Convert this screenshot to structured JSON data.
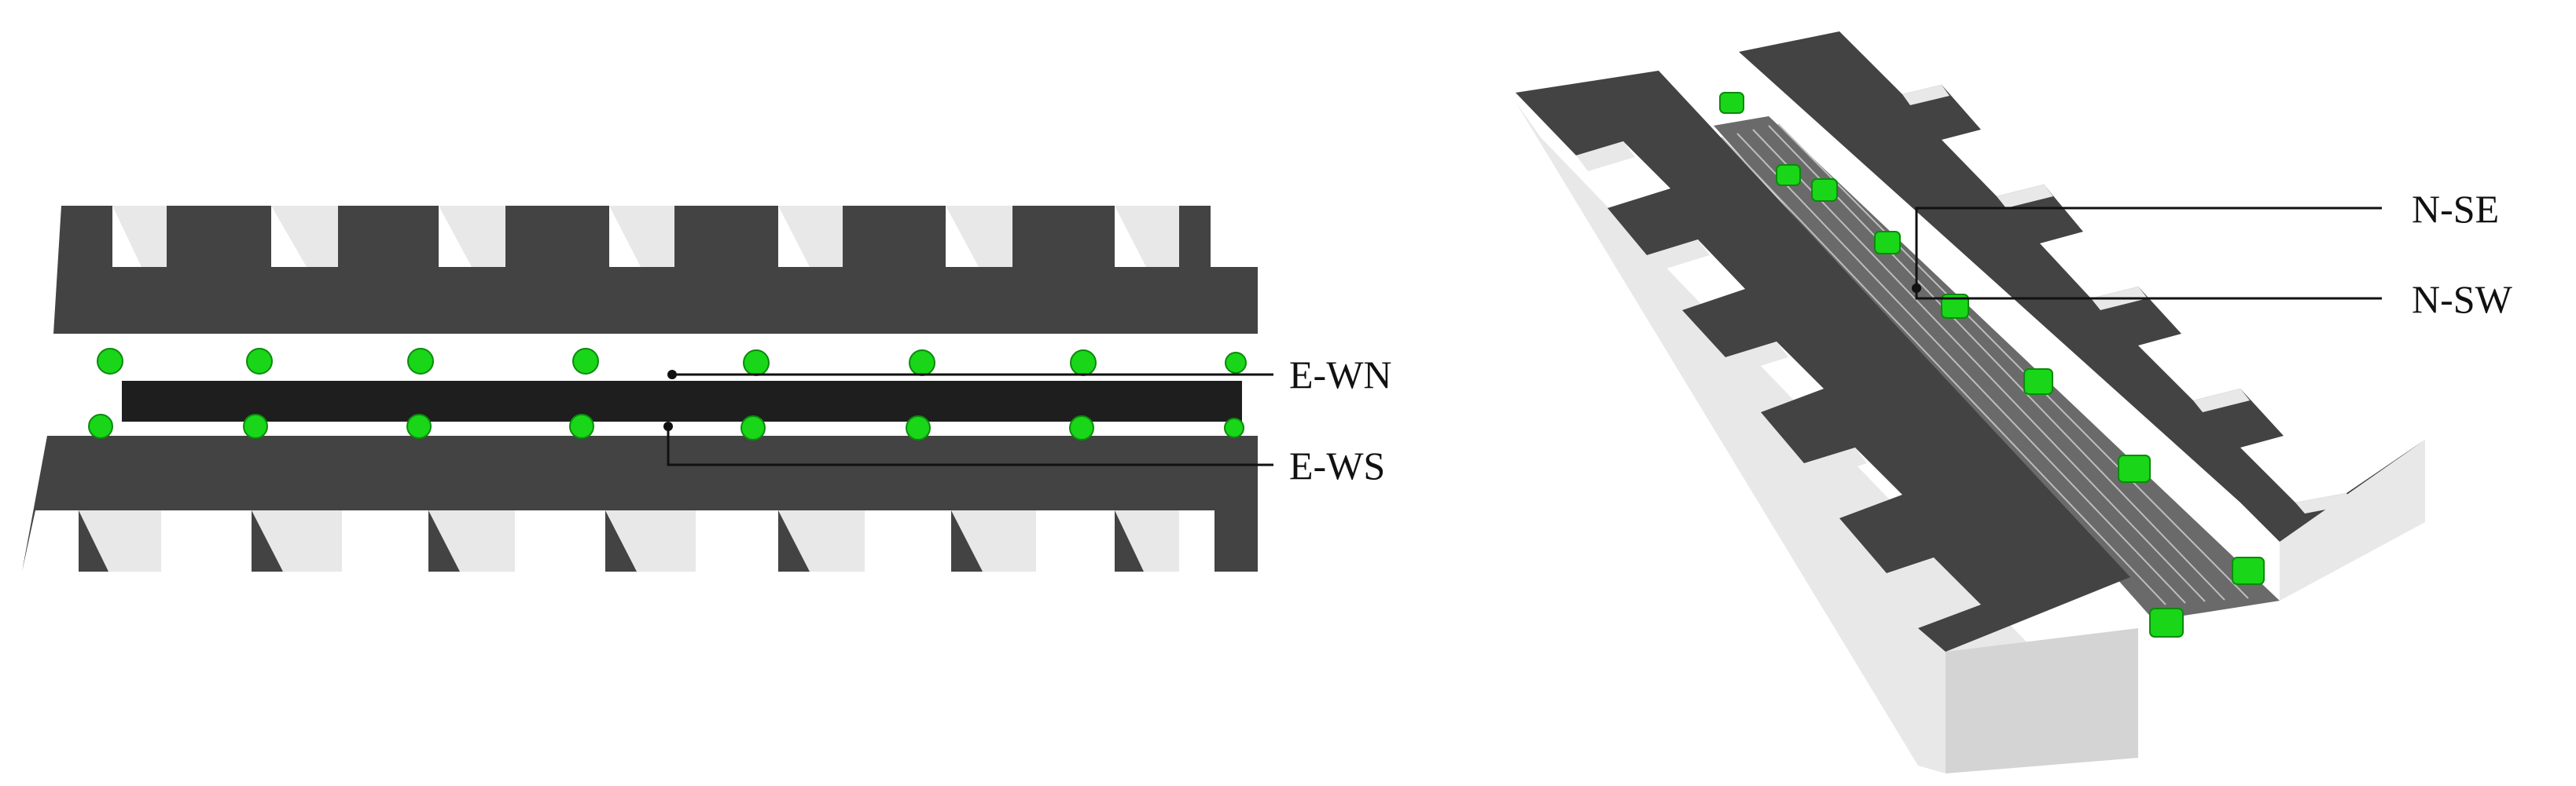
{
  "figure": {
    "left_panel": {
      "labels": {
        "upper": "E-WN",
        "lower": "E-WS"
      }
    },
    "right_panel": {
      "labels": {
        "upper": "N-SE",
        "lower": "N-SW"
      }
    }
  },
  "colors": {
    "roof": "#434343",
    "wall": "#e8e8e8",
    "street": "#1e1e1e",
    "tree": "#19d619"
  }
}
